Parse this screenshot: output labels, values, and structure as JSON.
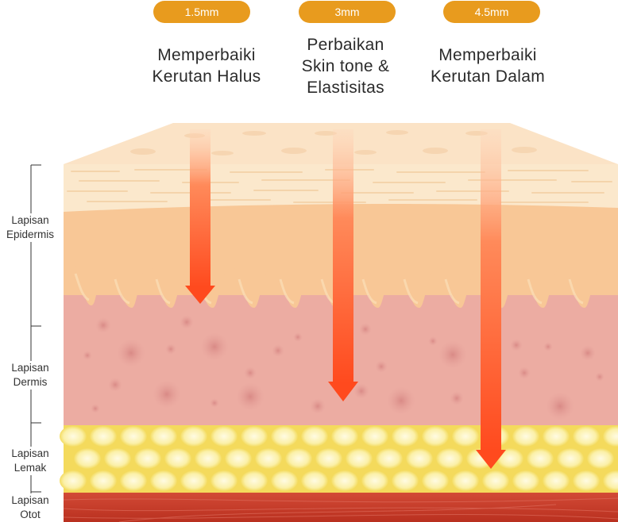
{
  "colors": {
    "pill": "#E89B1E",
    "arrow_top": "#FFD0B0",
    "arrow_bottom": "#FF4A1E",
    "epidermis_top": "#FBE6C7",
    "epidermis": "#F8C596",
    "dermis": "#EBAAA0",
    "fat": "#F7E57C",
    "muscle": "#C83B2C"
  },
  "depths": [
    {
      "label": "1.5mm",
      "title_line1": "Memperbaiki",
      "title_line2": "Kerutan Halus",
      "title_line3": ""
    },
    {
      "label": "3mm",
      "title_line1": "Perbaikan",
      "title_line2": "Skin tone &",
      "title_line3": "Elastisitas"
    },
    {
      "label": "4.5mm",
      "title_line1": "Memperbaiki",
      "title_line2": "Kerutan Dalam",
      "title_line3": ""
    }
  ],
  "layers": [
    {
      "line1": "Lapisan",
      "line2": "Epidermis"
    },
    {
      "line1": "Lapisan",
      "line2": "Dermis"
    },
    {
      "line1": "Lapisan",
      "line2": "Lemak"
    },
    {
      "line1": "Lapisan",
      "line2": "Otot"
    }
  ]
}
